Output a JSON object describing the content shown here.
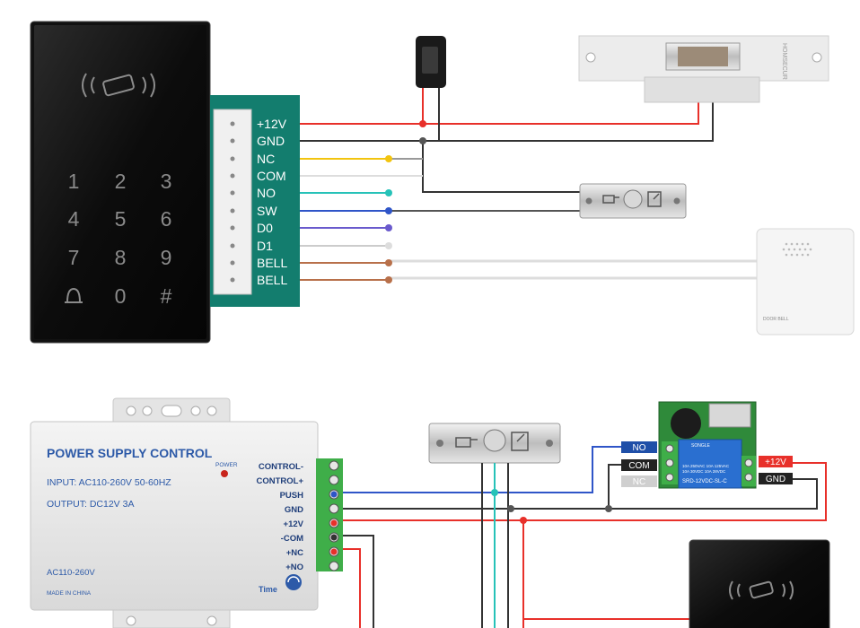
{
  "keypad": {
    "keys": [
      "1",
      "2",
      "3",
      "4",
      "5",
      "6",
      "7",
      "8",
      "9",
      "0",
      "#"
    ]
  },
  "terminal_block": {
    "labels": [
      "+12V",
      "GND",
      "NC",
      "COM",
      "NO",
      "SW",
      "D0",
      "D1",
      "BELL",
      "BELL"
    ]
  },
  "door_lock": {
    "brand": "HOMSECUR"
  },
  "doorbell": {
    "label": "DOOR BELL"
  },
  "power_supply": {
    "title": "POWER SUPPLY CONTROL",
    "input": "INPUT: AC110-260V 50-60HZ",
    "output": "OUTPUT:  DC12V   3A",
    "ac": "AC110-260V",
    "made": "MADE IN CHINA",
    "power": "POWER",
    "time": "Time",
    "terminals": [
      "CONTROL-",
      "CONTROL+",
      "PUSH",
      "GND",
      "+12V",
      "-COM",
      "+NC",
      "+NO"
    ]
  },
  "relay": {
    "tags_left": [
      "NO",
      "COM",
      "NC"
    ],
    "tags_right": [
      "+12V",
      "GND"
    ],
    "brand": "SONGLE",
    "spec": [
      "10A 250VAC  10A 125VAC",
      "10A  30VDC  10A  28VDC"
    ],
    "model": "SRD-12VDC-SL-C"
  },
  "colors": {
    "red": "#e8302a",
    "black": "#333333",
    "yellow": "#f2c40f",
    "cyan": "#26c2b8",
    "blue": "#2f55c8",
    "purple": "#6a5acd",
    "gray": "#cccccc",
    "brown": "#b8704a",
    "teal_block": "#137d6e"
  }
}
